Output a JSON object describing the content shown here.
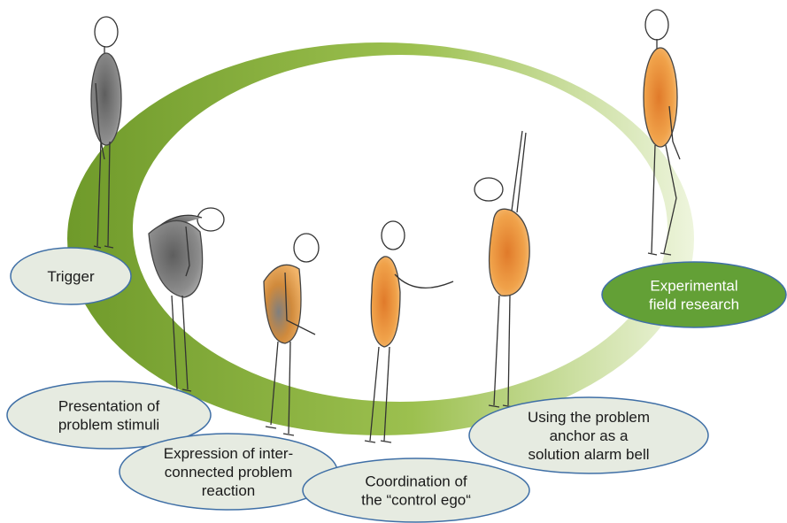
{
  "colors": {
    "ring_dark": "#6f9a2a",
    "ring_light": "#eef5dd",
    "bubble_fill": "#e6ebe1",
    "bubble_stroke": "#3f6fa6",
    "highlight_fill": "#63a036",
    "body_gray": "#8c8c8c",
    "body_orange": "#f0a24a"
  },
  "stages": [
    {
      "id": "trigger",
      "lines": [
        "Trigger"
      ],
      "highlight": false
    },
    {
      "id": "presentation",
      "lines": [
        "Presentation of",
        "problem stimuli"
      ],
      "highlight": false
    },
    {
      "id": "expression",
      "lines": [
        "Expression of inter-",
        "connected problem",
        "reaction"
      ],
      "highlight": false
    },
    {
      "id": "coordination",
      "lines": [
        "Coordination of",
        "the “control ego“"
      ],
      "highlight": false
    },
    {
      "id": "anchor",
      "lines": [
        "Using the problem",
        "anchor as a",
        "solution alarm bell"
      ],
      "highlight": false
    },
    {
      "id": "field",
      "lines": [
        "Experimental",
        "field research"
      ],
      "highlight": true
    }
  ],
  "figures": [
    {
      "id": "figure-trigger",
      "pose": "standing",
      "body": "gray"
    },
    {
      "id": "figure-presentation",
      "pose": "bent-over",
      "body": "gray"
    },
    {
      "id": "figure-expression",
      "pose": "hunched",
      "body": "mixed"
    },
    {
      "id": "figure-coordination",
      "pose": "reaching",
      "body": "orange"
    },
    {
      "id": "figure-anchor",
      "pose": "arm-raised",
      "body": "orange"
    },
    {
      "id": "figure-field",
      "pose": "walking",
      "body": "orange"
    }
  ]
}
